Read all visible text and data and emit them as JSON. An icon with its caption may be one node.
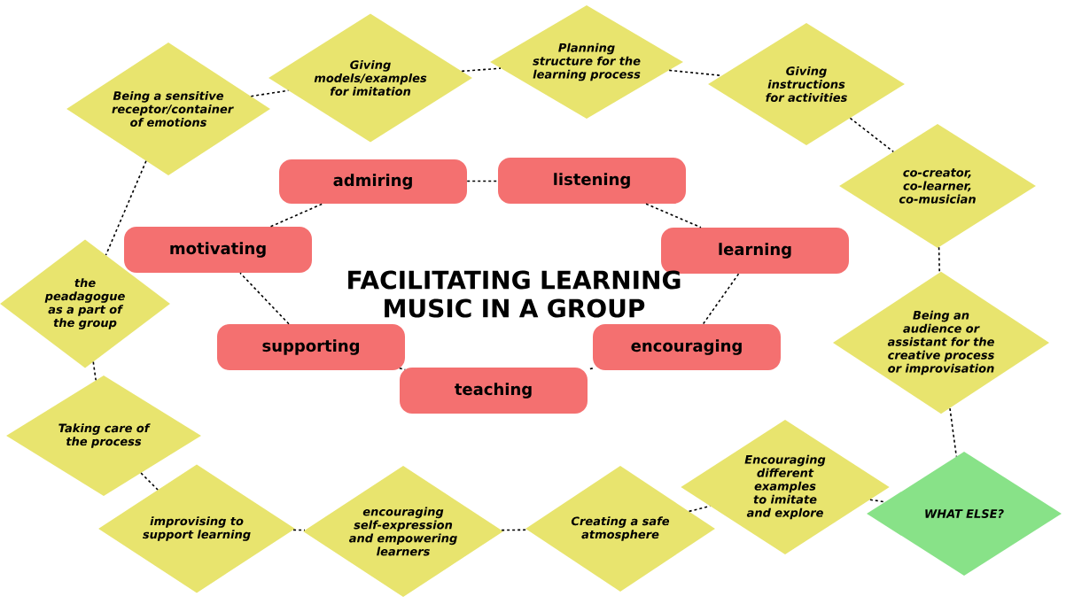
{
  "diagram": {
    "title": "FACILITATING LEARNING MUSIC IN A GROUP",
    "nodes": [
      {
        "text": [
          "Being a sensitive receptor/container of emotions"
        ]
      },
      {
        "text": [
          "Giving models/examples for imitation"
        ]
      },
      {
        "text": [
          "Planning structure for the learning process"
        ]
      },
      {
        "text": [
          "Giving instructions for activities"
        ]
      },
      {
        "text": [
          "co-creator, co-learner, co-musician"
        ]
      },
      {
        "text": [
          "Being an audience or assistant for the creative process or improvisation"
        ]
      },
      {
        "text": [
          "WHAT ELSE?"
        ]
      },
      {
        "text": [
          "Encouraging different examples to imitate and explore"
        ]
      },
      {
        "text": [
          "Creating a safe atmosphere"
        ]
      },
      {
        "text": [
          "encouraging self-expression and empowering learners"
        ]
      },
      {
        "text": [
          "improvising to support learning"
        ]
      },
      {
        "text": [
          "Taking care of the process"
        ]
      },
      {
        "text": [
          "the peadagogue as a part of the group"
        ]
      },
      {
        "text": [
          "admiring"
        ]
      },
      {
        "text": [
          "listening"
        ]
      },
      {
        "text": [
          "learning"
        ]
      },
      {
        "text": [
          "encouraging"
        ]
      },
      {
        "text": [
          "teaching"
        ]
      },
      {
        "text": [
          "supporting"
        ]
      },
      {
        "text": [
          "motivating"
        ]
      }
    ],
    "edges": [
      {
        "from": 0,
        "to": 1,
        "arrow": "none"
      },
      {
        "from": 1,
        "to": 2,
        "arrow": "none"
      },
      {
        "from": 2,
        "to": 3,
        "arrow": "none"
      },
      {
        "from": 3,
        "to": 4,
        "arrow": "none"
      },
      {
        "from": 4,
        "to": 5,
        "arrow": "none"
      },
      {
        "from": 5,
        "to": 6,
        "arrow": "none"
      },
      {
        "from": 7,
        "to": 6,
        "arrow": "none"
      },
      {
        "from": 8,
        "to": 7,
        "arrow": "none"
      },
      {
        "from": 9,
        "to": 8,
        "arrow": "none"
      },
      {
        "from": 10,
        "to": 9,
        "arrow": "none"
      },
      {
        "from": 11,
        "to": 10,
        "arrow": "none"
      },
      {
        "from": 12,
        "to": 11,
        "arrow": "none"
      },
      {
        "from": 0,
        "to": 12,
        "arrow": "none"
      },
      {
        "from": 13,
        "to": 14,
        "arrow": "none"
      },
      {
        "from": 14,
        "to": 15,
        "arrow": "none"
      },
      {
        "from": 15,
        "to": 16,
        "arrow": "none"
      },
      {
        "from": 16,
        "to": 17,
        "arrow": "none"
      },
      {
        "from": 17,
        "to": 18,
        "arrow": "none"
      },
      {
        "from": 18,
        "to": 19,
        "arrow": "none"
      },
      {
        "from": 19,
        "to": 13,
        "arrow": "none"
      }
    ]
  }
}
